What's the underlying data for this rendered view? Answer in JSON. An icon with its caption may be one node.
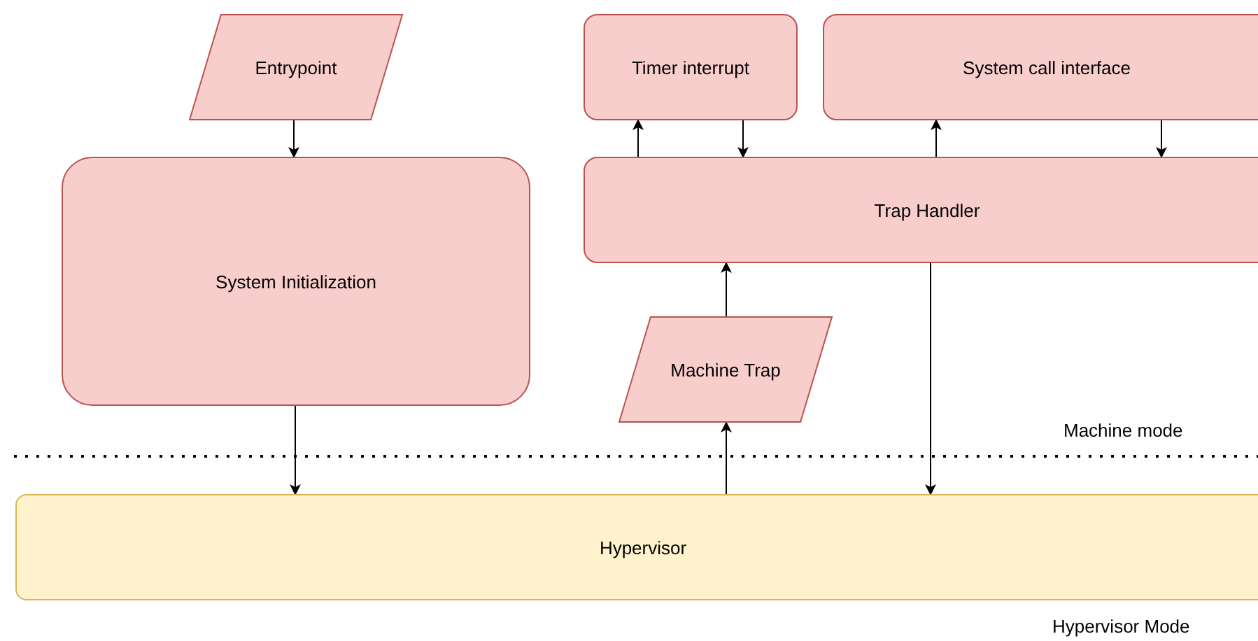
{
  "diagram": {
    "nodes": [
      {
        "text": [
          "Entrypoint"
        ]
      },
      {
        "text": [
          "System Initialization"
        ]
      },
      {
        "text": [
          "Timer interrupt"
        ]
      },
      {
        "text": [
          "System call interface"
        ]
      },
      {
        "text": [
          "Trap Handler"
        ]
      },
      {
        "text": [
          "Machine Trap"
        ]
      },
      {
        "text": [
          "Hypervisor"
        ]
      }
    ],
    "edges": [
      {
        "from": 0,
        "to": 1,
        "arrow": "to"
      },
      {
        "from": 1,
        "to": 6,
        "arrow": "to"
      },
      {
        "from": 4,
        "to": 2,
        "arrow": "to"
      },
      {
        "from": 2,
        "to": 4,
        "arrow": "to"
      },
      {
        "from": 4,
        "to": 3,
        "arrow": "to"
      },
      {
        "from": 3,
        "to": 4,
        "arrow": "to"
      },
      {
        "from": 5,
        "to": 4,
        "arrow": "to"
      },
      {
        "from": 6,
        "to": 5,
        "arrow": "to"
      },
      {
        "from": 4,
        "to": 6,
        "arrow": "to"
      }
    ],
    "labels": [
      "Machine mode",
      "Hypervisor Mode"
    ]
  }
}
